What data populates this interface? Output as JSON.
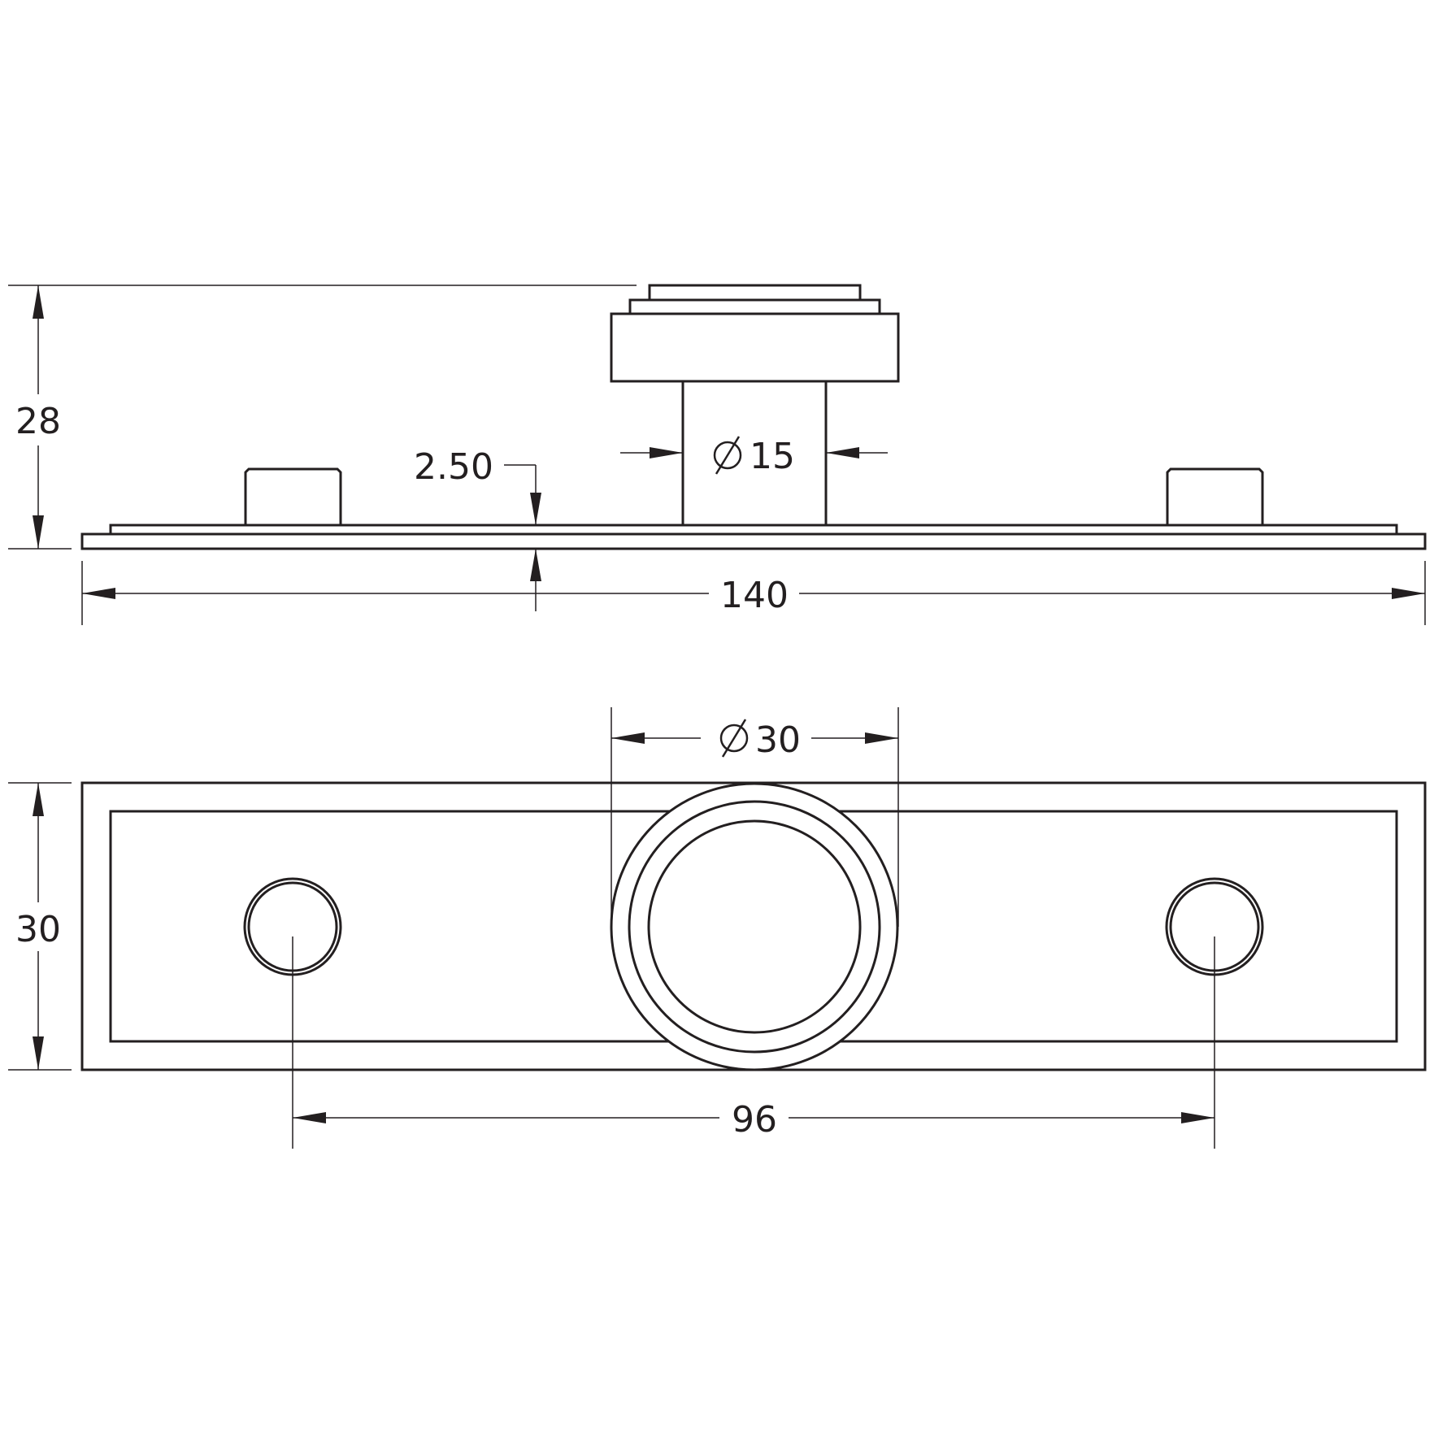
{
  "colors": {
    "ink": "#231f20",
    "background": "#ffffff"
  },
  "dimensions": {
    "height_28": "28",
    "thickness_2_50": "2.50",
    "stem_dia_15": "15",
    "length_140": "140",
    "width_30": "30",
    "cap_dia_30": "30",
    "centers_96": "96"
  },
  "symbols": {
    "diameter": "diameter-symbol"
  }
}
